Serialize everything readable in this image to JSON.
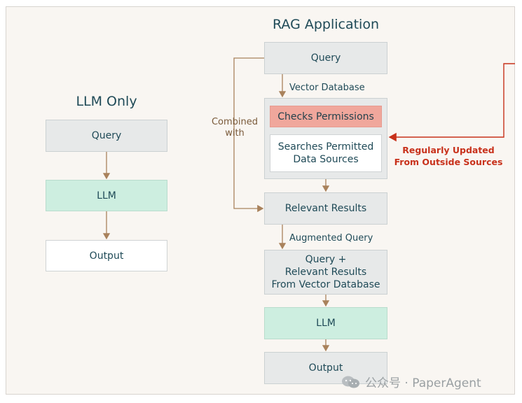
{
  "left": {
    "title": "LLM Only",
    "query": "Query",
    "llm": "LLM",
    "output": "Output"
  },
  "right": {
    "title": "RAG Application",
    "query": "Query",
    "vector_db_label": "Vector Database",
    "checks": "Checks Permissions",
    "searches_line1": "Searches Permitted",
    "searches_line2": "Data Sources",
    "combined_line1": "Combined",
    "combined_line2": "with",
    "relevant": "Relevant Results",
    "augmented_label": "Augmented Query",
    "aug_line1": "Query +",
    "aug_line2": "Relevant Results",
    "aug_line3": "From Vector Database",
    "llm": "LLM",
    "output": "Output",
    "updated_line1": "Regularly Updated",
    "updated_line2": "From Outside Sources"
  },
  "watermark": "公众号 · PaperAgent",
  "colors": {
    "arrow": "#a9825c",
    "red_arrow": "#c8311b",
    "text": "#1f4a57"
  }
}
